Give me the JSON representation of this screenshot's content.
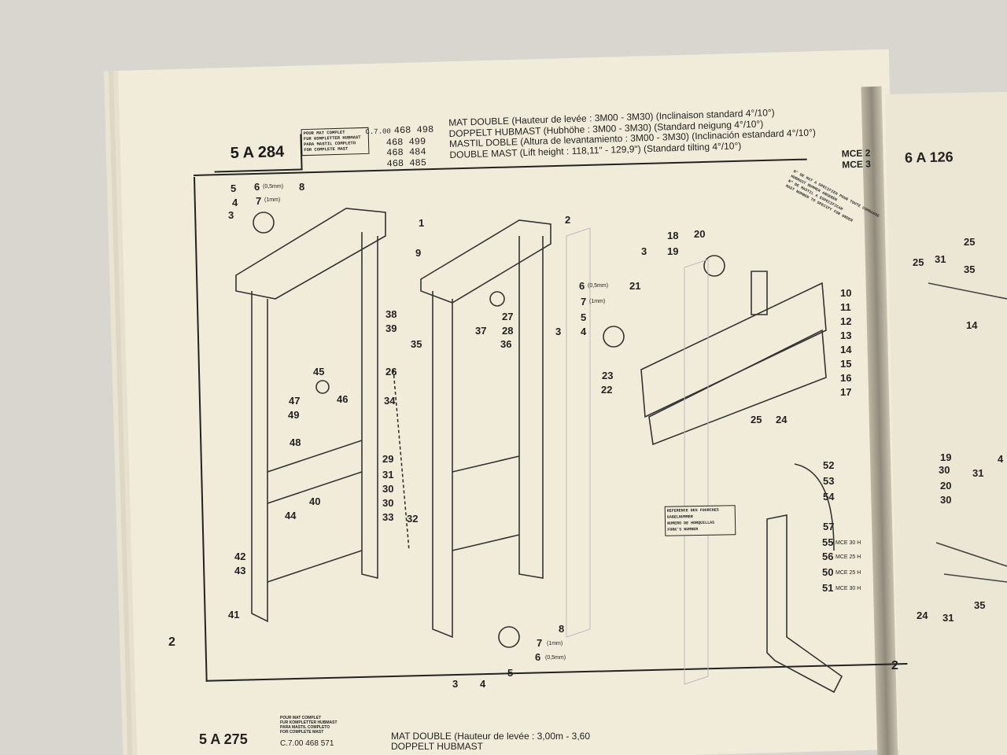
{
  "page": {
    "section_code": "5 A 284",
    "complete_mast_box": [
      "POUR MAT COMPLET",
      "FUR KOMPLETTER HUBMAST",
      "PARA MASTIL COMPLETO",
      "FOR COMPLETE MAST"
    ],
    "part_prefix": "C.7.00",
    "part_numbers": [
      "468 498",
      "468 499",
      "468 484",
      "468 485"
    ],
    "titles": [
      "MAT DOUBLE (Hauteur de levée : 3M00 - 3M30) (Inclinaison standard 4°/10°)",
      "DOPPELT HUBMAST (Hubhöhe : 3M00 - 3M30) (Standard neigung 4°/10°)",
      "MASTIL DOBLE (Altura de levantamiento : 3M00 - 3M30) (Inclinación estandard 4°/10°)",
      "DOUBLE MAST (Lift height : 118,11\" - 129,9\") (Standard tilting 4°/10°)"
    ],
    "model_label": [
      "MCE 2",
      "MCE 3"
    ],
    "next_code": "6 A 126",
    "page_number": "2",
    "right_page_number": "2",
    "fork_ref_box": [
      "REFERENCE DES FOURCHES",
      "GABELNUMMER",
      "NUMERO DE HORQUILLAS",
      "FORK'S NUMBER"
    ],
    "star_note": [
      "N° DE MAT A SPECIFIER POUR TOUTE COMMANDE",
      "HUBMAST NUMMER ANGEBEN",
      "Nº DE MASTIL A ESPECIFICAR",
      "MAST NUMBER TO SPECIFY FOR ORDER"
    ],
    "bottom_code": "5 A 275",
    "bottom_title": [
      "MAT DOUBLE (Hauteur de levée : 3,00m - 3,60",
      "DOPPELT HUBMAST"
    ],
    "bottom_prefix": "C.7.00 468 571",
    "callouts_left": [
      "5",
      "6",
      "7",
      "8",
      "3",
      "4",
      "1",
      "9",
      "38",
      "39",
      "35",
      "45",
      "46",
      "47",
      "49",
      "48",
      "26",
      "34",
      "29",
      "31",
      "30",
      "30",
      "33",
      "32",
      "40",
      "44",
      "42",
      "43",
      "41"
    ],
    "callouts_mid": [
      "2",
      "27",
      "28",
      "37",
      "36",
      "8",
      "7",
      "6",
      "5",
      "4",
      "3"
    ],
    "callouts_right": [
      "18",
      "20",
      "3",
      "19",
      "6",
      "21",
      "7",
      "5",
      "4",
      "3",
      "23",
      "22",
      "10",
      "11",
      "12",
      "13",
      "14",
      "15",
      "16",
      "17",
      "25",
      "24",
      "52",
      "53",
      "54",
      "57",
      "55",
      "56",
      "50",
      "51"
    ],
    "sub_labels": {
      "thin_05": "(0,5mm)",
      "thin_1": "(1mm)",
      "mce25": "MCE 25 H",
      "mce30": "MCE 30 H"
    },
    "right_callouts": [
      "25",
      "31",
      "35",
      "25",
      "14",
      "19",
      "30",
      "20",
      "30",
      "24",
      "31",
      "35",
      "4",
      "31"
    ]
  }
}
